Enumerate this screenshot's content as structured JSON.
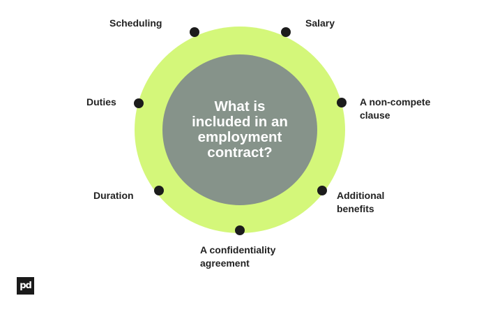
{
  "diagram": {
    "title": "What is\nincluded in an\nemployment\ncontract?",
    "colors": {
      "outer_ring": "#d4f77a",
      "inner_circle": "#86938a",
      "dot": "#1c1c1c"
    },
    "items": [
      {
        "label": "Scheduling"
      },
      {
        "label": "Salary"
      },
      {
        "label": "A non-compete\nclause"
      },
      {
        "label": "Additional\nbenefits"
      },
      {
        "label": "A confidentiality\nagreement"
      },
      {
        "label": "Duration"
      },
      {
        "label": "Duties"
      }
    ]
  },
  "logo": {
    "text": "pd",
    "icon": "pandadoc-logo-icon"
  }
}
